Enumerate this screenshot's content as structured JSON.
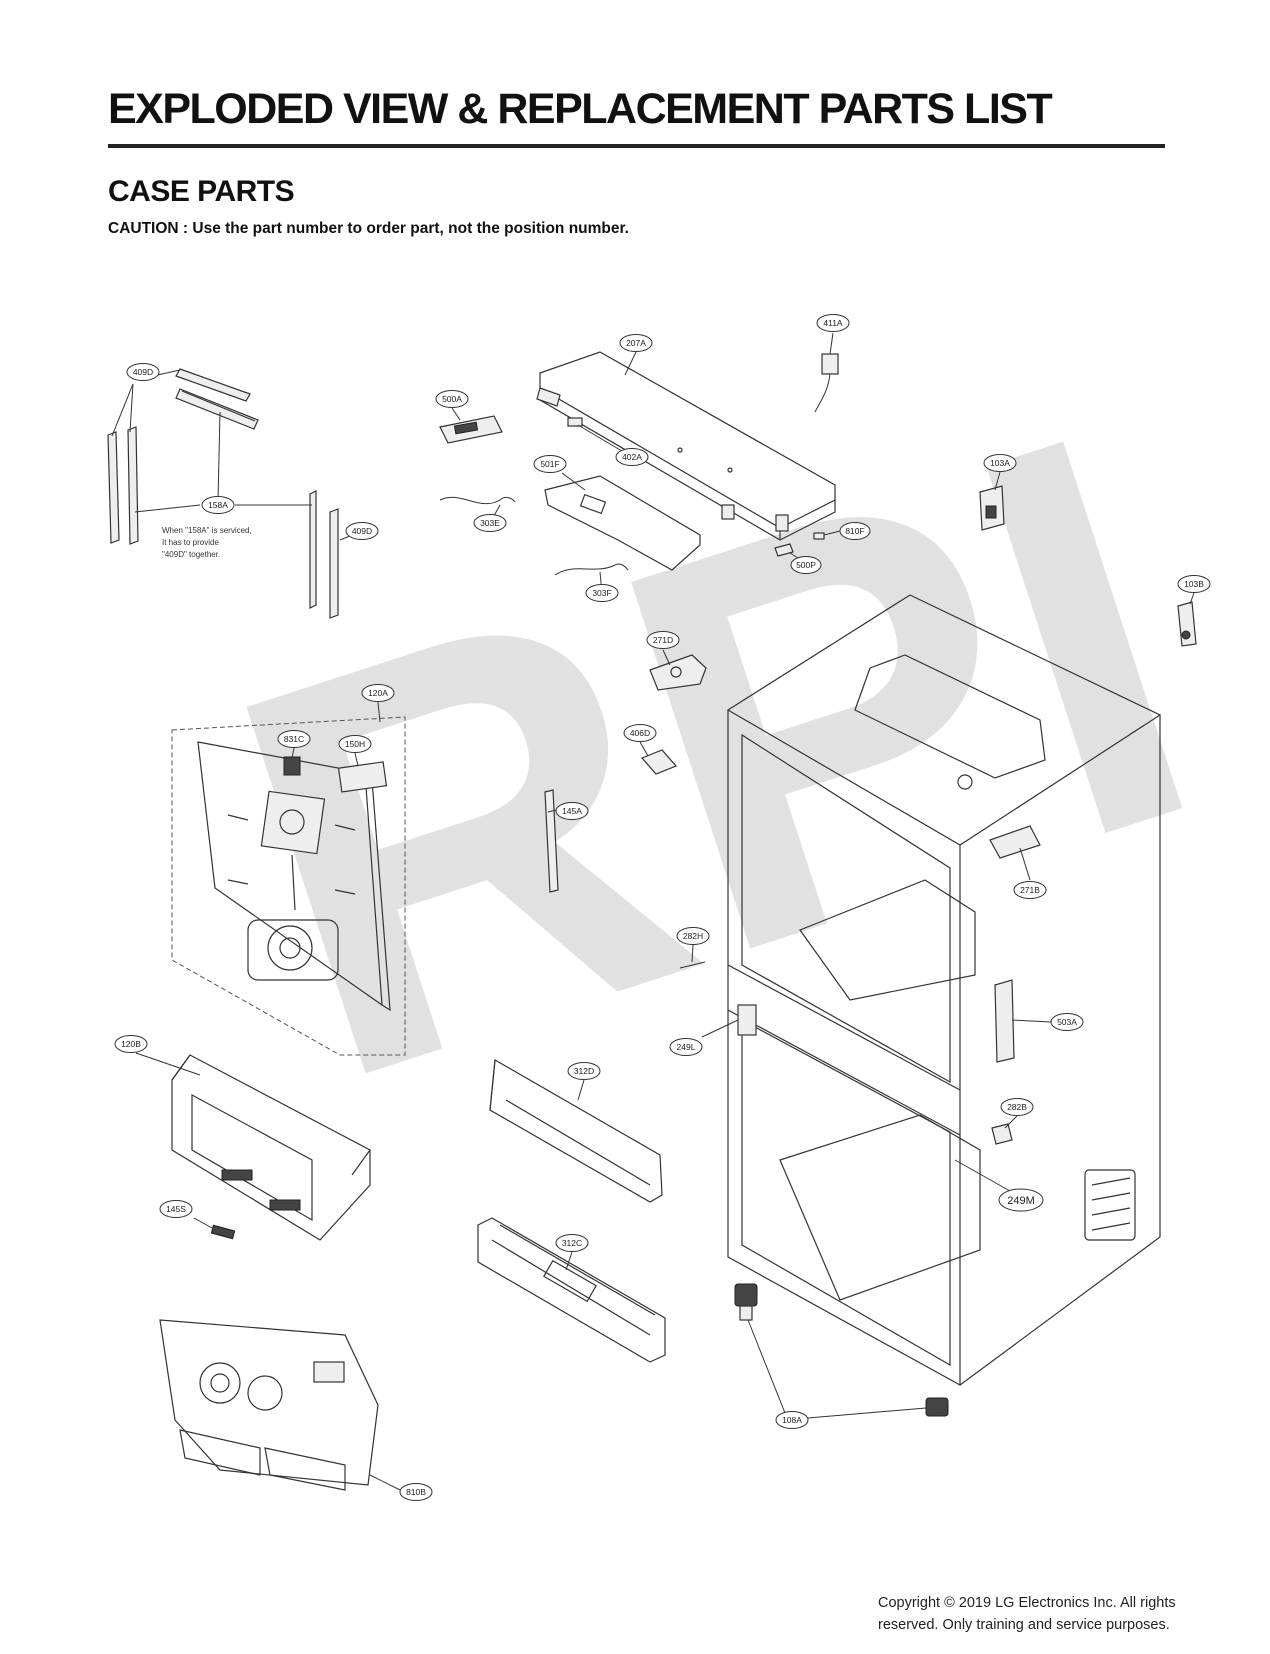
{
  "header": {
    "title": "EXPLODED VIEW & REPLACEMENT PARTS LIST",
    "section": "CASE PARTS",
    "caution": "CAUTION : Use the part number to order part, not the position number."
  },
  "watermark": "RPI",
  "note": {
    "line1": "When \"158A\" is serviced,",
    "line2": "It has to provide",
    "line3": "\"409D\" together."
  },
  "callouts": {
    "c409D_top": "409D",
    "c158A": "158A",
    "c409D_right": "409D",
    "c500A": "500A",
    "c207A": "207A",
    "c411A": "411A",
    "c402A": "402A",
    "c501F": "501F",
    "c303E": "303E",
    "c303F": "303F",
    "c810F": "810F",
    "c500P": "500P",
    "c103A": "103A",
    "c103B": "103B",
    "c271D": "271D",
    "c120A": "120A",
    "c831C": "831C",
    "c150H": "150H",
    "c406D": "406D",
    "c145A": "145A",
    "c271B": "271B",
    "c282H": "282H",
    "c249L": "249L",
    "c503A": "503A",
    "c120B": "120B",
    "c312D": "312D",
    "c282B": "282B",
    "c249M": "249M",
    "c145S": "145S",
    "c312C": "312C",
    "c108A": "108A",
    "c810B": "810B"
  },
  "footer": {
    "copyright_line1": "Copyright © 2019  LG Electronics Inc. All rights",
    "copyright_line2": "reserved. Only training and service purposes."
  },
  "colors": {
    "line": "#333333",
    "watermark": "#c8c8c8",
    "background": "#ffffff"
  }
}
